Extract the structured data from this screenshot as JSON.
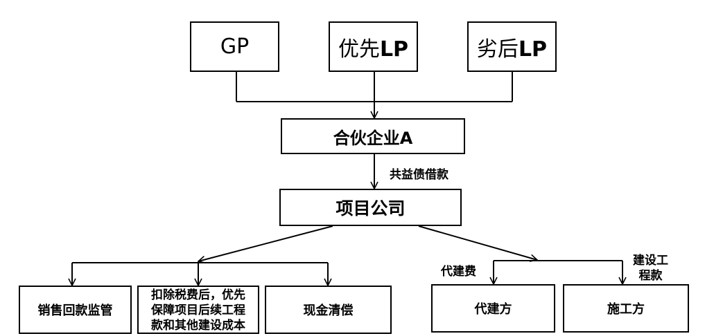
{
  "nodes": {
    "gp": "GP",
    "priority_lp": {
      "cn": "优先",
      "en": "LP"
    },
    "junior_lp": {
      "cn": "劣后",
      "en": "LP"
    },
    "partnership": {
      "cn": "合伙企业",
      "en": "A"
    },
    "project_company": "项目公司",
    "sales_supervision": "销售回款监管",
    "priority_guarantee": [
      "扣除税费后，优先",
      "保障项目后续工程",
      "款和其他建设成本"
    ],
    "cash_repayment": "现金清偿",
    "agent_builder": "代建方",
    "construction_party": "施工方"
  },
  "edge_labels": {
    "equity_debt": "共益债借款",
    "agent_fee": "代建费",
    "construction_payment": [
      "建设工",
      "程款"
    ]
  }
}
